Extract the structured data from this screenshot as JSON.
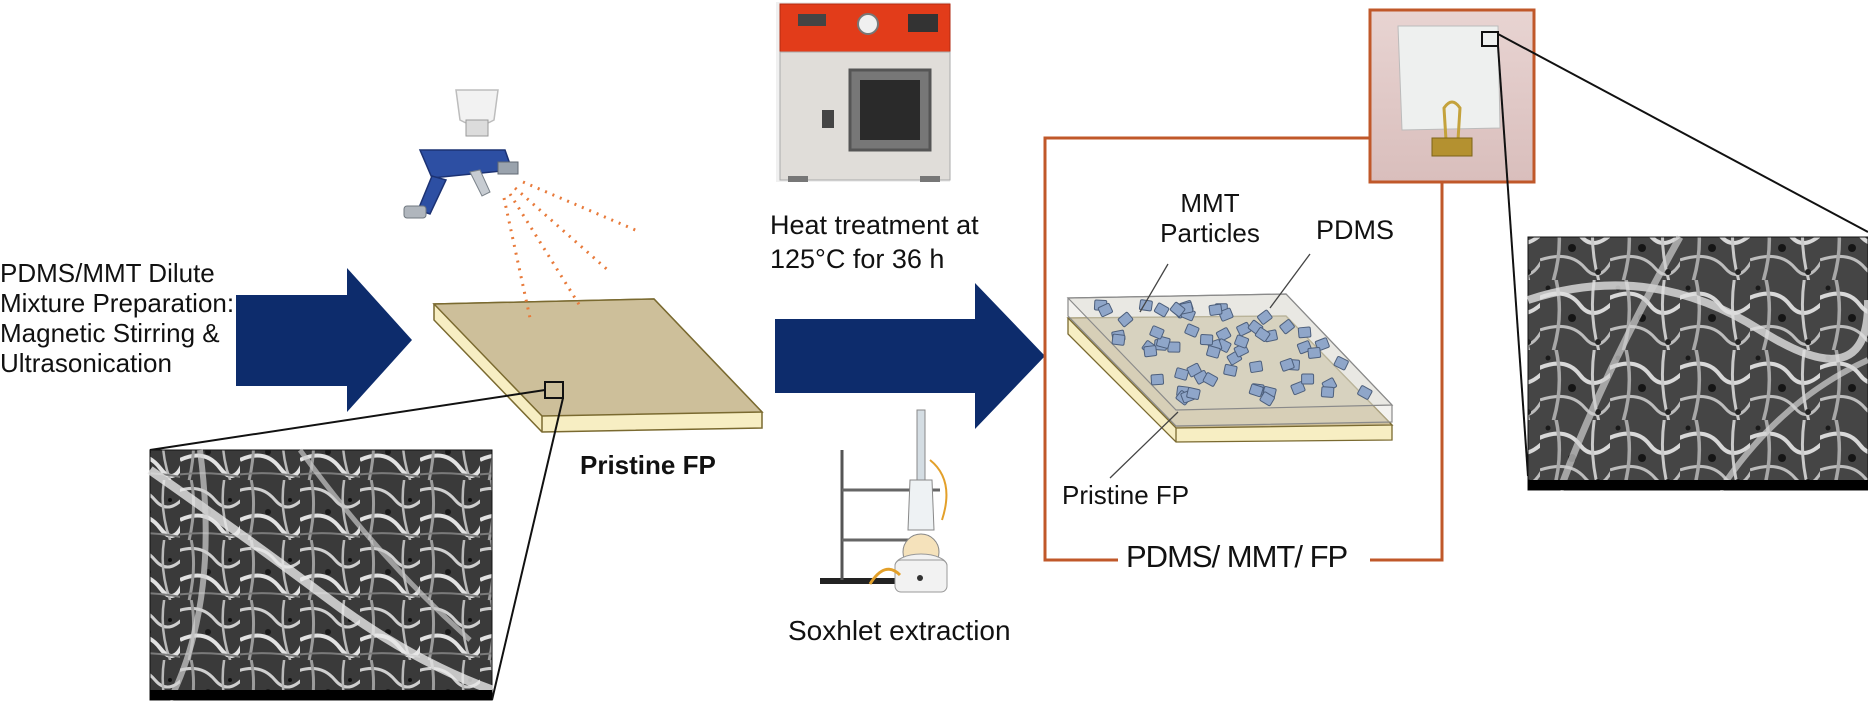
{
  "labels": {
    "step1_line1": "PDMS/MMT Dilute",
    "step1_line2": "Mixture Preparation:",
    "step1_line3": "Magnetic Stirring &",
    "step1_line4": "Ultrasonication",
    "pristine_fp": "Pristine FP",
    "heat_line1": "Heat treatment at",
    "heat_line2": "125°C for 36 h",
    "soxhlet": "Soxhlet extraction",
    "mmt_line1": "MMT",
    "mmt_line2": "Particles",
    "pdms": "PDMS",
    "pristine_fp_layer": "Pristine FP",
    "result": "PDMS/ MMT/ FP"
  },
  "colors": {
    "arrow": "#0d2c6c",
    "frame": "#c0582a",
    "paper_top": "#cdbf9a",
    "paper_side": "#f7eec3",
    "spray": "#e87a3a",
    "particle": "#8fa6c9",
    "coating": "#e4e2dc"
  },
  "icons": {
    "spray_gun": "spray-gun-icon",
    "oven": "vacuum-oven-icon",
    "soxhlet": "soxhlet-apparatus-icon",
    "photo": "coated-paper-photo",
    "sem_pristine": "sem-micrograph-pristine",
    "sem_coated": "sem-micrograph-coated"
  }
}
